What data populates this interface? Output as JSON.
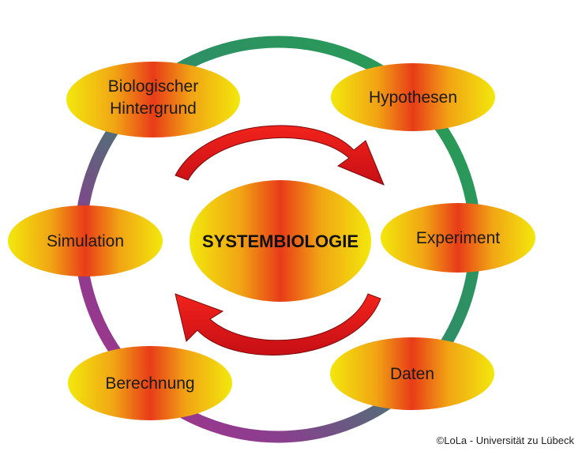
{
  "diagram": {
    "center": {
      "label": "SYSTEMBIOLOGIE"
    },
    "nodes": [
      {
        "id": "biologischer-hintergrund",
        "lines": [
          "Biologischer",
          "Hintergrund"
        ]
      },
      {
        "id": "hypothesen",
        "lines": [
          "Hypothesen"
        ]
      },
      {
        "id": "experiment",
        "lines": [
          "Experiment"
        ]
      },
      {
        "id": "daten",
        "lines": [
          "Daten"
        ]
      },
      {
        "id": "berechnung",
        "lines": [
          "Berechnung"
        ]
      },
      {
        "id": "simulation",
        "lines": [
          "Simulation"
        ]
      }
    ],
    "colors": {
      "ellipse_edge": "#f1e60a",
      "ellipse_mid": "#f0a012",
      "ellipse_core": "#e83a18",
      "ring_green": "#2f9a5a",
      "ring_purple": "#a0338a",
      "arrow": "#e8151c"
    }
  },
  "footer": {
    "copyright": "©LoLa - Universität zu Lübeck"
  }
}
